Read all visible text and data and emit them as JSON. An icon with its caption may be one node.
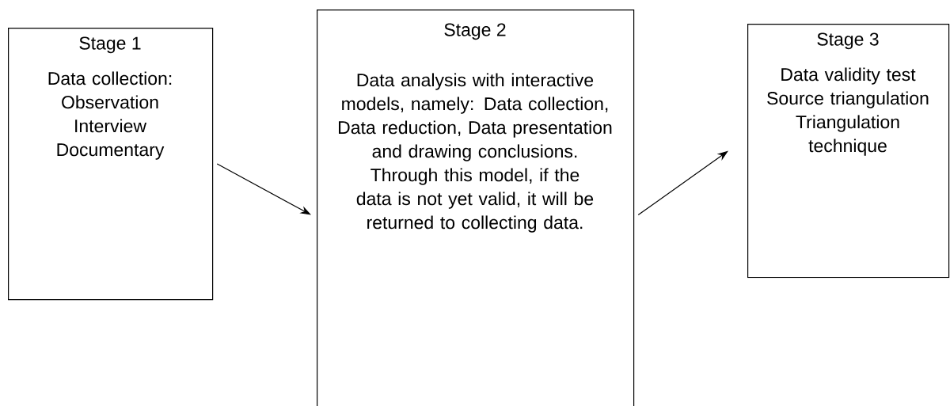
{
  "diagram": {
    "nodes": [
      {
        "text": [
          "Stage 1",
          "Data collection:",
          "Observation",
          "Interview",
          "Documentary"
        ]
      },
      {
        "text": [
          "Stage 2",
          "Data analysis with interactive models, namely: Data collection, Data reduction, Data presentation and drawing conclusions. Through this model, if the data is not yet valid, it will be returned to collecting data."
        ]
      },
      {
        "text": [
          "Stage 3",
          "Data validity test",
          "Source triangulation",
          "Triangulation technique"
        ]
      }
    ],
    "edges": [
      {
        "from": 0,
        "to": 1,
        "arrow": "to"
      },
      {
        "from": 1,
        "to": 2,
        "arrow": "to"
      }
    ]
  }
}
